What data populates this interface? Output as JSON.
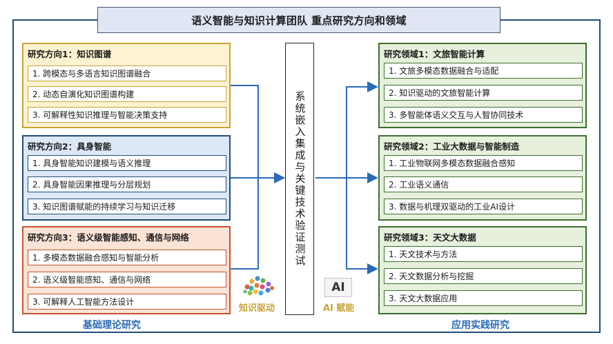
{
  "title": "语义智能与知识计算团队 重点研究方向和领域",
  "center": "系统嵌入集成与关键技术验证测试",
  "left_footer": "基础理论研究",
  "right_footer": "应用实践研究",
  "icons": {
    "knowledge": {
      "icon": "knowledge-cloud-icon",
      "label": "知识驱动"
    },
    "ai": {
      "icon": "ai-chip-icon",
      "glyph": "AI",
      "label": "AI 赋能"
    }
  },
  "colors": {
    "blue": "#1f4e79",
    "orange": "#c9a33a",
    "red": "#c8522c",
    "green": "#3c6e2e",
    "accent_text": "#2a6bb5"
  },
  "directions": [
    {
      "title": "研究方向1：知识图谱",
      "items": [
        "1. 跨模态与多语言知识图谱融合",
        "2. 动态自演化知识图谱构建",
        "3. 可解释性知识推理与智能决策支持"
      ]
    },
    {
      "title": "研究方向2：具身智能",
      "items": [
        "1. 具身智能知识建模与语义推理",
        "2. 具身智能因果推理与分层规划",
        "3. 知识图谱赋能的持续学习与知识迁移"
      ]
    },
    {
      "title": "研究方向3：语义级智能感知、通信与网络",
      "items": [
        "1. 多模态数据融合感知与智能分析",
        "2. 语义级智能感知、通信与网络",
        "3. 可解释人工智能方法设计"
      ]
    }
  ],
  "domains": [
    {
      "title": "研究领域1：文旅智能计算",
      "items": [
        "1. 文旅多模态数据融合与适配",
        "2. 知识驱动的文旅智能计算",
        "3. 多智能体语义交互与人智协同技术"
      ]
    },
    {
      "title": "研究领域2：工业大数据与智能制造",
      "items": [
        "1. 工业物联网多模态数据融合感知",
        "2. 工业语义通信",
        "3. 数据与机理双驱动的工业AI设计"
      ]
    },
    {
      "title": "研究领域3：天文大数据",
      "items": [
        "1. 天文技术与方法",
        "2. 天文数据分析与挖掘",
        "3. 天文大数据应用"
      ]
    }
  ]
}
